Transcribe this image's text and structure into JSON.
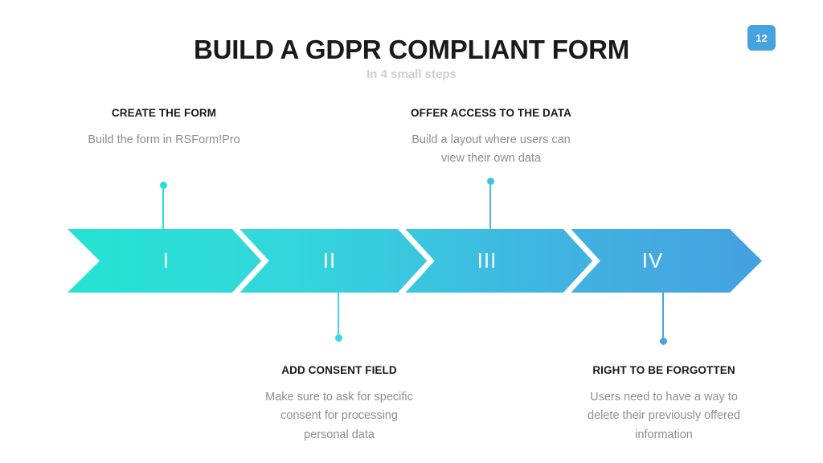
{
  "badge": {
    "page_number": "12",
    "color": "#46a3e0"
  },
  "header": {
    "title": "BUILD A GDPR COMPLIANT FORM",
    "subtitle": "In 4 small steps"
  },
  "band": {
    "gradient_start": "#24e3d2",
    "gradient_end": "#45a0e0",
    "separator_color": "#ffffff"
  },
  "steps": [
    {
      "numeral": "I",
      "title": "CREATE THE FORM",
      "description": "Build the form in RSForm!Pro",
      "position": "above",
      "accent": "#27ded0"
    },
    {
      "numeral": "II",
      "title": "ADD CONSENT FIELD",
      "description": "Make sure to ask for specific consent for processing personal data",
      "position": "below",
      "accent": "#3fd2e2"
    },
    {
      "numeral": "III",
      "title": "OFFER ACCESS TO THE DATA",
      "description": "Build a layout where users can view their own data",
      "position": "above",
      "accent": "#46bde2"
    },
    {
      "numeral": "IV",
      "title": "RIGHT TO BE FORGOTTEN",
      "description": "Users need to have a way to delete their previously offered information",
      "position": "below",
      "accent": "#47a4e0"
    }
  ]
}
